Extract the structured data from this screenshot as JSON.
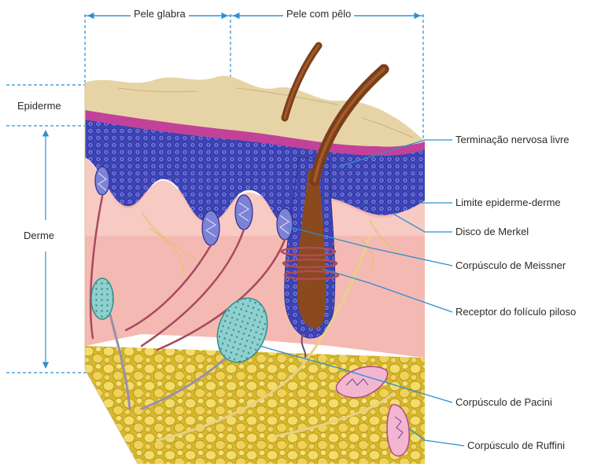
{
  "top_labels": {
    "glabrous": "Pele glabra",
    "hairy": "Pele com pêlo"
  },
  "side_labels": {
    "epidermis": "Epiderme",
    "dermis": "Derme"
  },
  "callouts": [
    "Terminação nervosa livre",
    "Limite epiderme-derme",
    "Disco de Merkel",
    "Corpúsculo de Meissner",
    "Receptor do folículo piloso",
    "Corpúsculo de Pacini",
    "Corpúsculo de Ruffini"
  ],
  "colors": {
    "arrow": "#2e8fcf",
    "leader": "#2e8fcf",
    "surface": "#e6d4a6",
    "epidermis": "#4a4ec0",
    "dermis": "#f2b3b0",
    "fat": "#e3c73a",
    "hair": "#7a3f1a"
  }
}
